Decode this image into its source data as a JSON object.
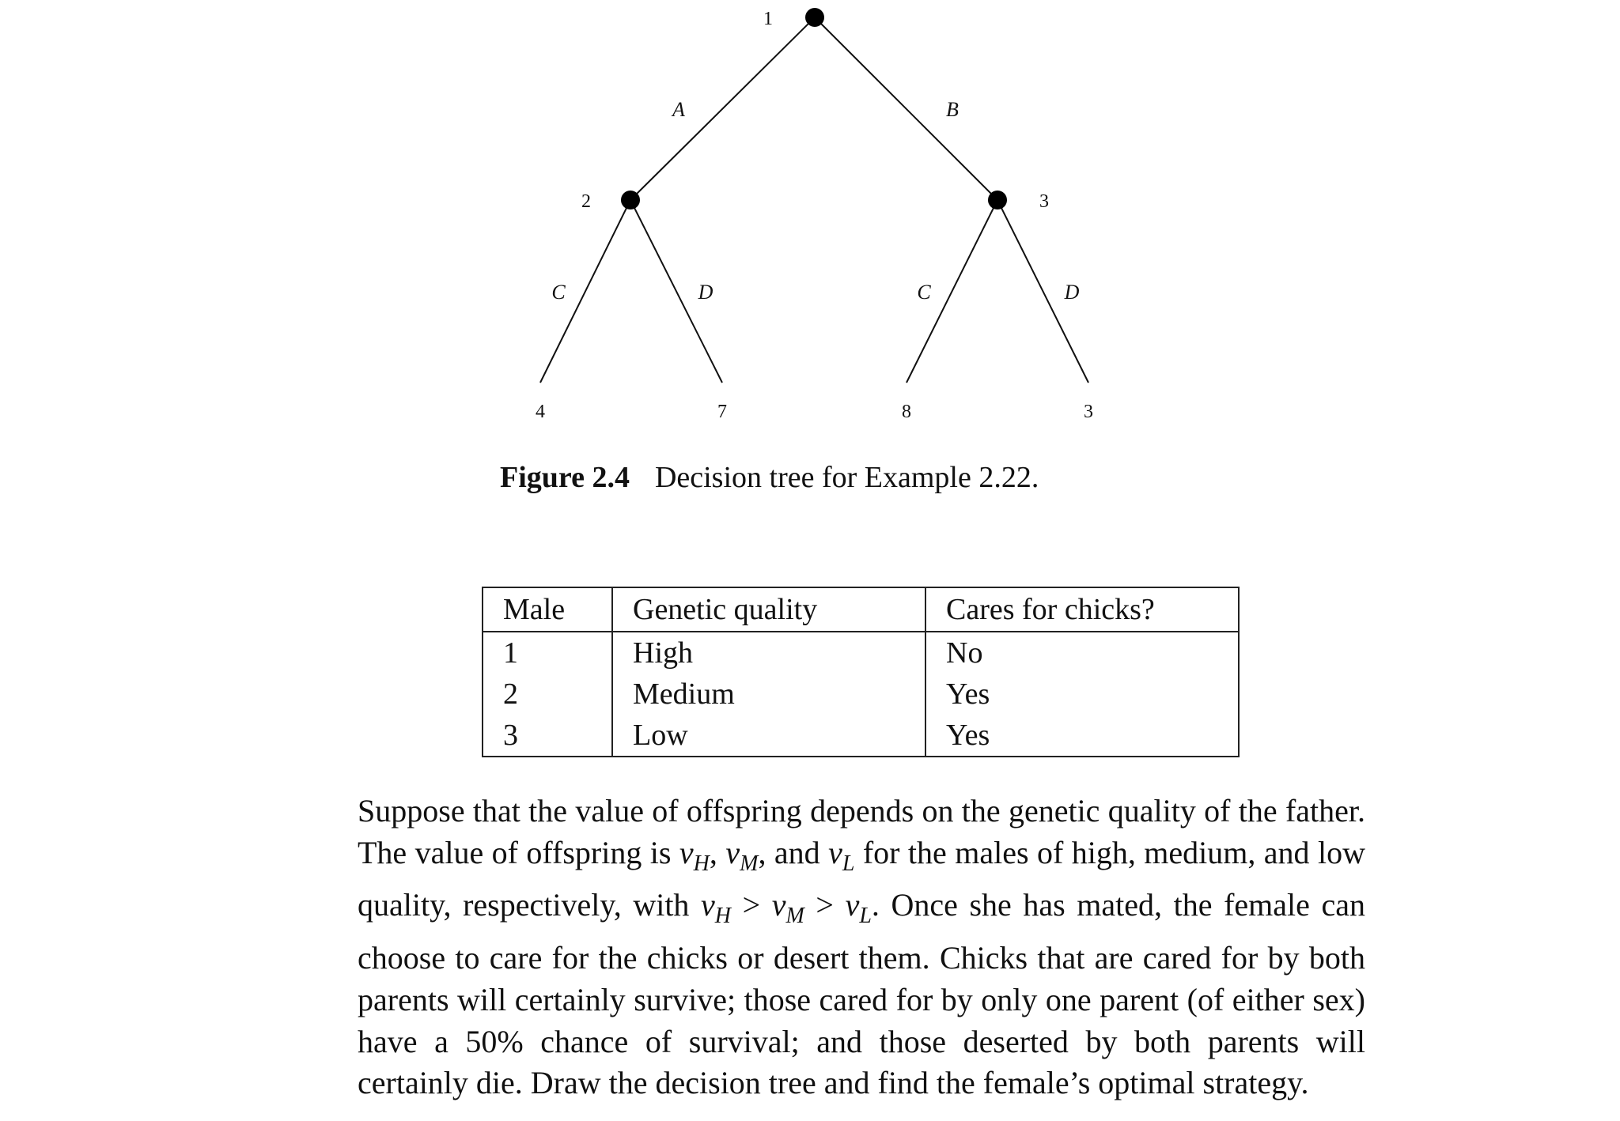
{
  "figure": {
    "nodes": {
      "root": "1",
      "left": "2",
      "right": "3"
    },
    "edges": {
      "root_left": "A",
      "root_right": "B",
      "left_left": "C",
      "left_right": "D",
      "right_left": "C",
      "right_right": "D"
    },
    "leaves": [
      "4",
      "7",
      "8",
      "3"
    ],
    "caption_number": "Figure 2.4",
    "caption_text": "Decision tree for Example 2.22."
  },
  "table": {
    "headers": [
      "Male",
      "Genetic quality",
      "Cares for chicks?"
    ],
    "rows": [
      [
        "1",
        "High",
        "No"
      ],
      [
        "2",
        "Medium",
        "Yes"
      ],
      [
        "3",
        "Low",
        "Yes"
      ]
    ]
  },
  "paragraph": {
    "text": "Suppose that the value of offspring depends on the genetic quality of the father. The value of offspring is v_H, v_M, and v_L for the males of high, medium, and low quality, respectively, with v_H > v_M > v_L. Once she has mated, the female can choose to care for the chicks or desert them. Chicks that are cared for by both parents will certainly survive; those cared for by only one parent (of either sex) have a 50% chance of survival; and those deserted by both parents will certainly die. Draw the decision tree and find the female’s optimal strategy."
  }
}
